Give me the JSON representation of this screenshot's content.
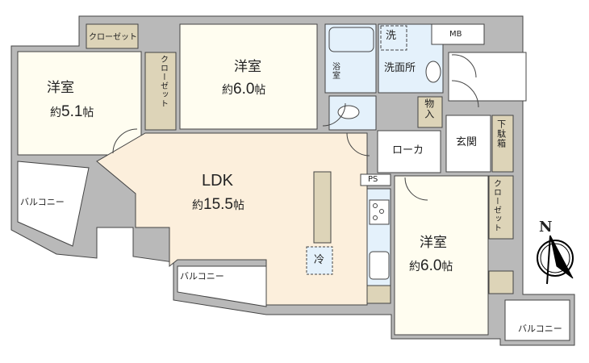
{
  "title": "Floor plan",
  "colors": {
    "wall": "#b9b9b9",
    "room": "#fffdf0",
    "ldk": "#fcefdc",
    "wet": "#e4f1fb",
    "storage": "#ddd4b8",
    "line": "#444444"
  },
  "rooms": {
    "western_1": {
      "name": "洋室",
      "area_prefix": "約",
      "area": "5.1",
      "unit": "帖"
    },
    "western_2": {
      "name": "洋室",
      "area_prefix": "約",
      "area": "6.0",
      "unit": "帖"
    },
    "western_3": {
      "name": "洋室",
      "area_prefix": "約",
      "area": "6.0",
      "unit": "帖"
    },
    "ldk": {
      "name": "LDK",
      "area_prefix": "約",
      "area": "15.5",
      "unit": "帖"
    },
    "bath": "浴室",
    "washroom": "洗面所",
    "washer": "洗",
    "hallway": "ローカ",
    "entrance": "玄関",
    "shoe_box": "下駄箱",
    "storage": "物入",
    "mb": "MB",
    "ps": "PS",
    "fridge": "冷"
  },
  "closet_label": "クローゼット",
  "balcony_label": "バルコニー",
  "compass": {
    "label": "N"
  }
}
